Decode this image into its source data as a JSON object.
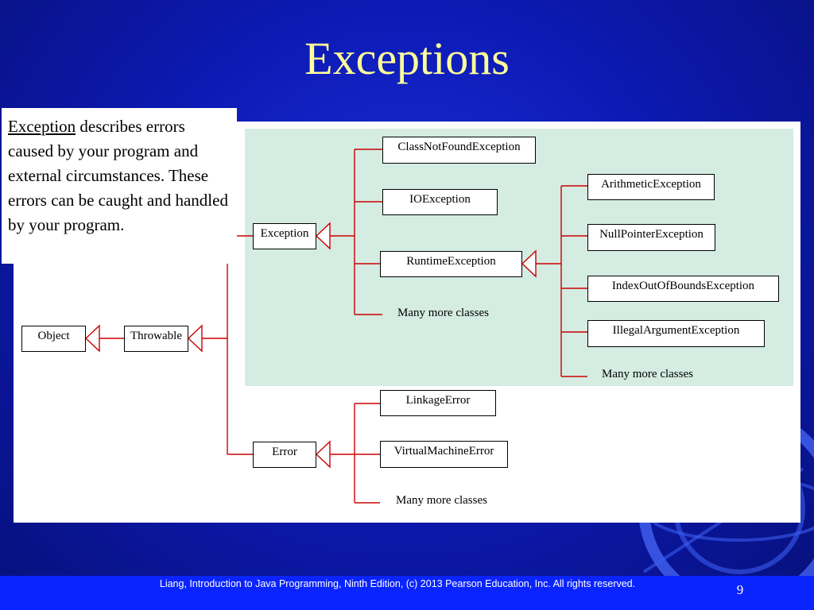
{
  "slide": {
    "title": "Exceptions",
    "description_term": "Exception",
    "description_rest": " describes errors caused by your program and external circumstances. These errors can be caught and handled by your program.",
    "footer": "Liang, Introduction to Java Programming, Ninth Edition, (c) 2013 Pearson Education, Inc. All rights reserved.",
    "page_number": "9"
  },
  "diagram": {
    "object": "Object",
    "throwable": "Throwable",
    "exception": "Exception",
    "error": "Error",
    "class_not_found": "ClassNotFoundException",
    "io_exception": "IOException",
    "runtime_exception": "RuntimeException",
    "exception_more": "Many more classes",
    "arithmetic": "ArithmeticException",
    "null_pointer": "NullPointerException",
    "index_out_of_bounds": "IndexOutOfBoundsException",
    "illegal_argument": "IllegalArgumentException",
    "runtime_more": "Many more classes",
    "linkage_error": "LinkageError",
    "virtual_machine_error": "VirtualMachineError",
    "error_more": "Many more classes"
  },
  "colors": {
    "background": "#0d1ab5",
    "title": "#ffff99",
    "connector": "#cc0000",
    "highlight": "#d4ece2",
    "footer_bar": "#0a24ff"
  }
}
